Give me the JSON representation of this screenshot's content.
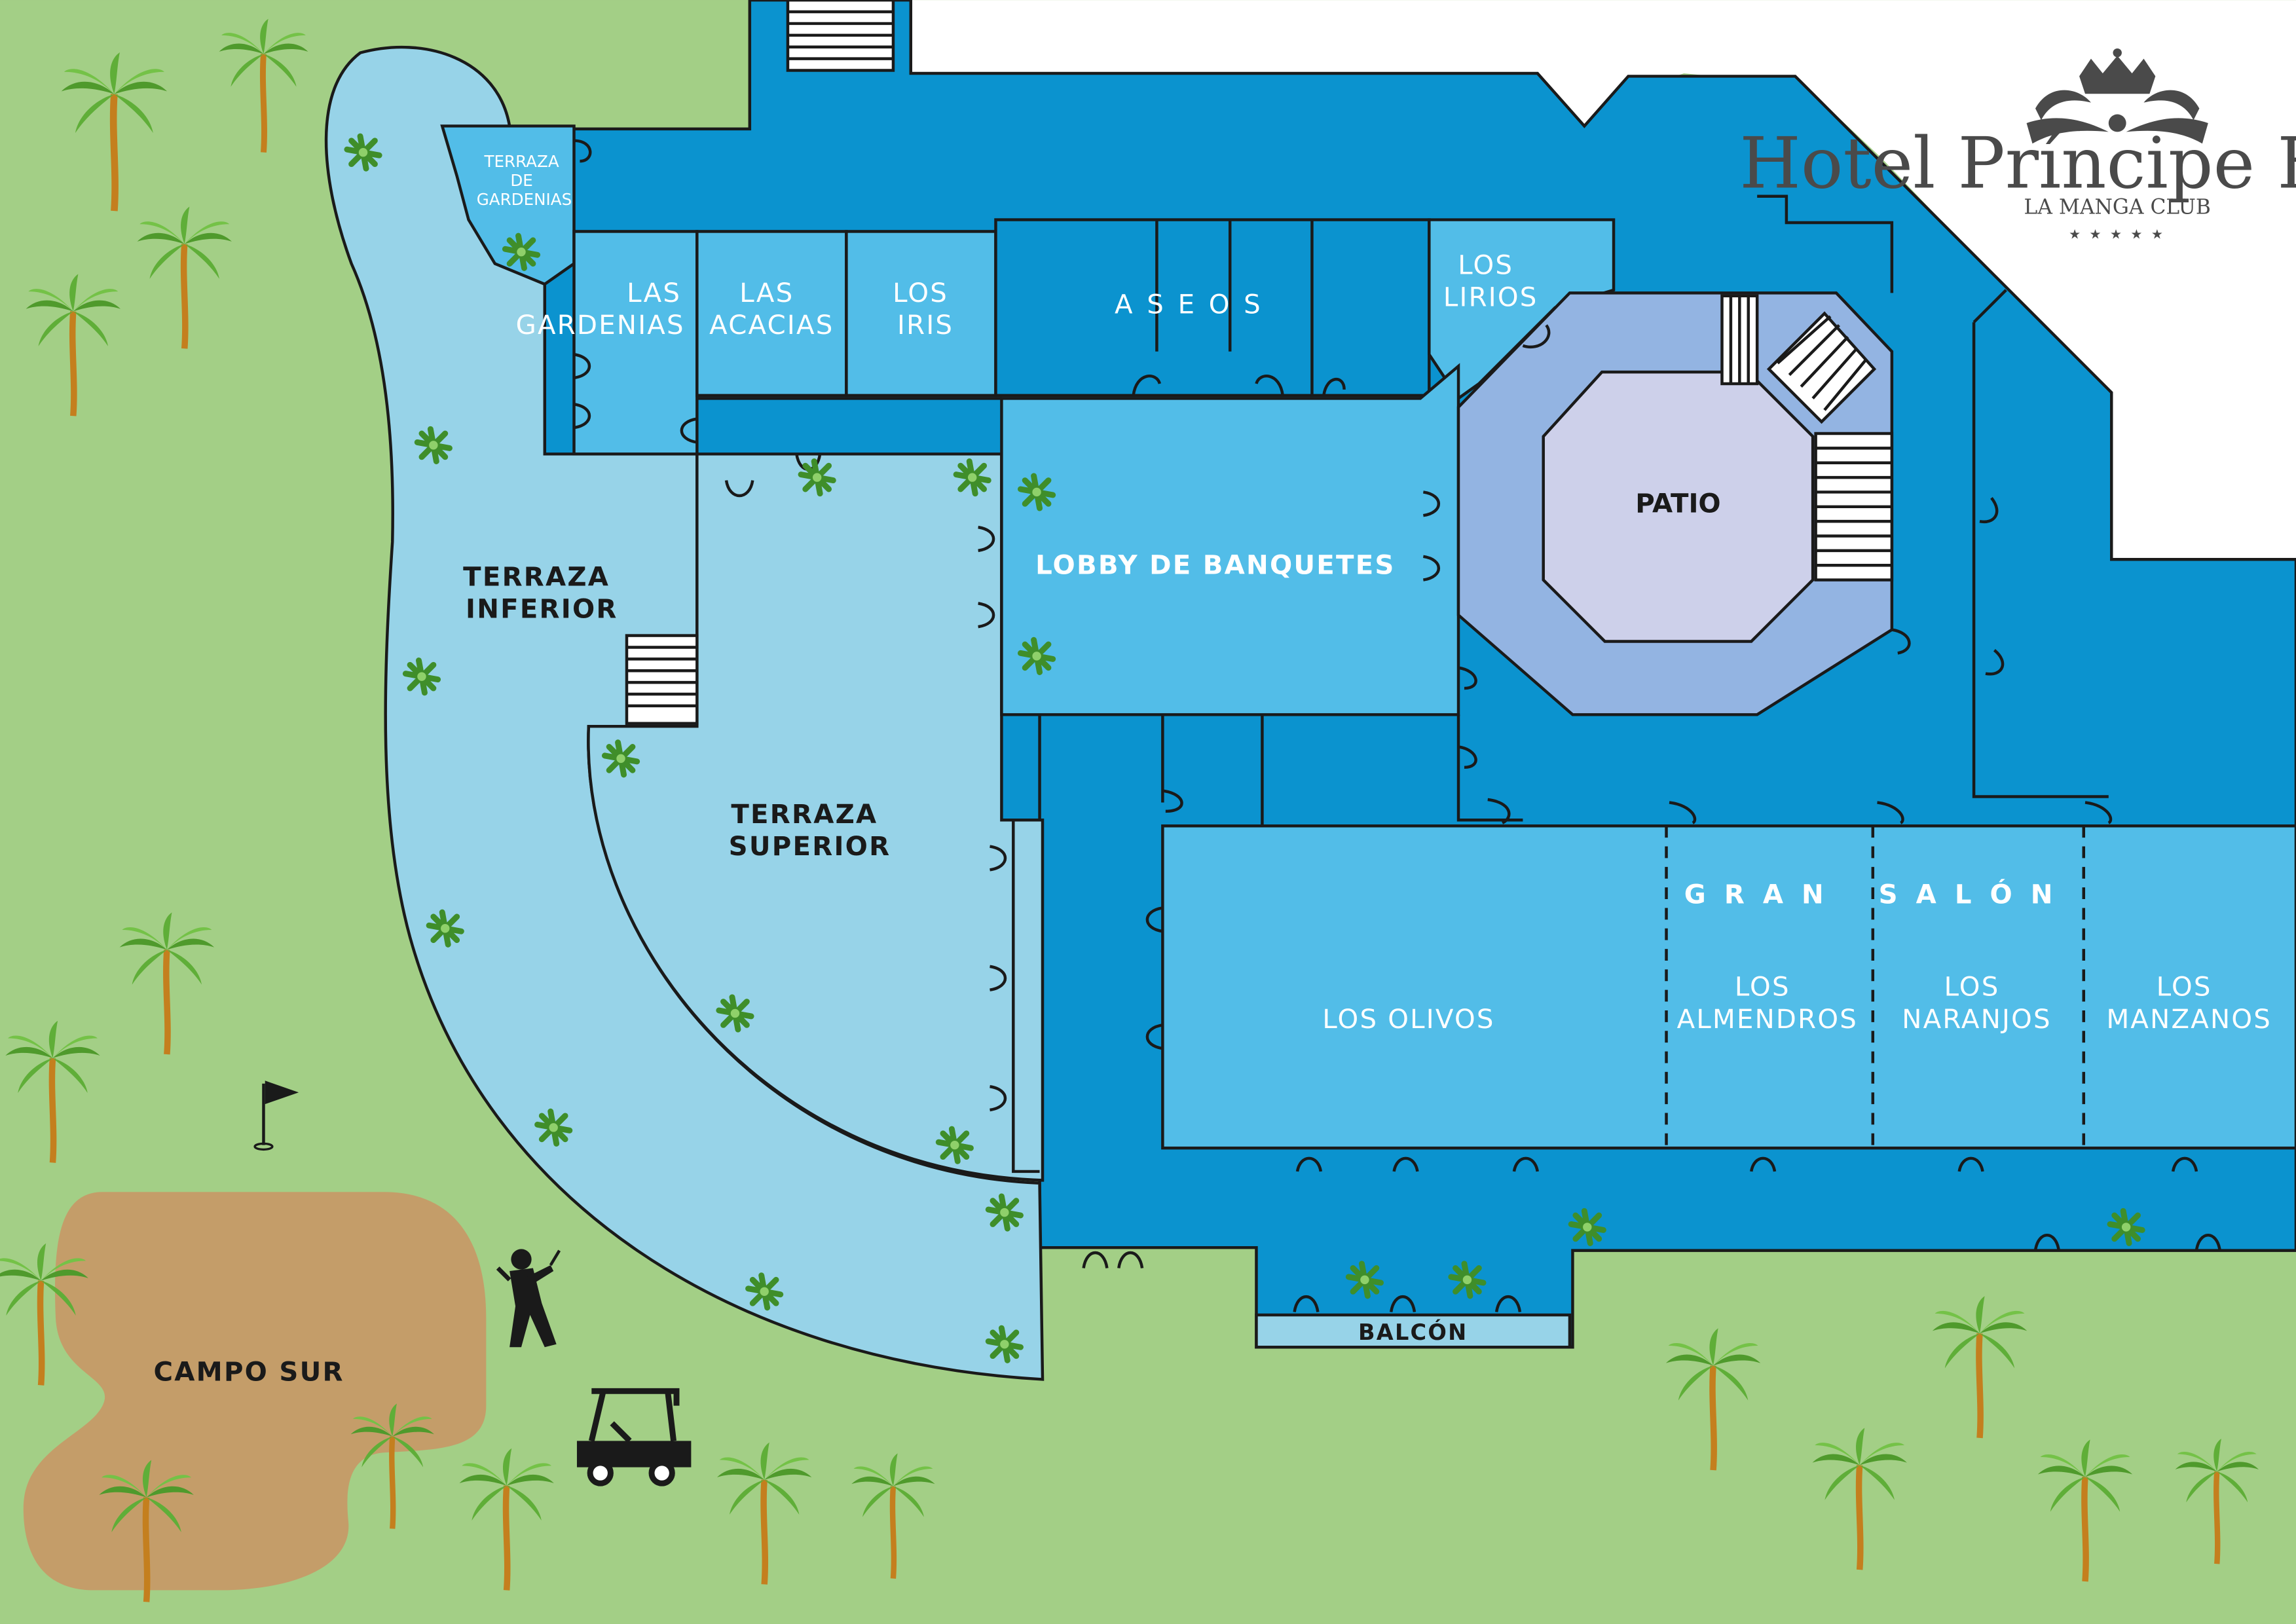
{
  "brand": {
    "name": "Hotel Príncipe Felipe",
    "subtitle": "LA MANGA CLUB",
    "stars": "★★★★★"
  },
  "rooms": {
    "terraza_de_gardenias": [
      "TERRAZA",
      "DE",
      "GARDENIAS"
    ],
    "las_gardenias": [
      "LAS",
      "GARDENIAS"
    ],
    "las_acacias": [
      "LAS",
      "ACACIAS"
    ],
    "los_iris": [
      "LOS",
      "IRIS"
    ],
    "aseos": "A S E O S",
    "los_lirios": [
      "LOS",
      "LIRIOS"
    ],
    "patio": "PATIO",
    "lobby_de_banquetes": "LOBBY DE BANQUETES",
    "terraza_inferior": [
      "TERRAZA",
      "INFERIOR"
    ],
    "terraza_superior": [
      "TERRAZA",
      "SUPERIOR"
    ],
    "gran_salon": "G  R  A  N      S  A  L  Ó  N",
    "los_olivos": "LOS OLIVOS",
    "los_almendros": [
      "LOS",
      "ALMENDROS"
    ],
    "los_naranjos": [
      "LOS",
      "NARANJOS"
    ],
    "los_manzanos": [
      "LOS",
      "MANZANOS"
    ],
    "balcon": "BALCÓN",
    "campo_sur": "CAMPO SUR"
  },
  "colors": {
    "grass": "#a3cf86",
    "corridor": "#0b93cf",
    "room": "#52bde8",
    "terrace": "#97d3e8",
    "patio_ring": "#93b4e2",
    "patio_center": "#cdd0ea",
    "sand": "#c49d69",
    "outline": "#1a1a1a"
  },
  "icons": [
    "palm-tree-icon",
    "golf-flag-icon",
    "golfer-icon",
    "golf-cart-icon",
    "crown-crest-icon",
    "staircase-icon",
    "door-swing-icon"
  ]
}
